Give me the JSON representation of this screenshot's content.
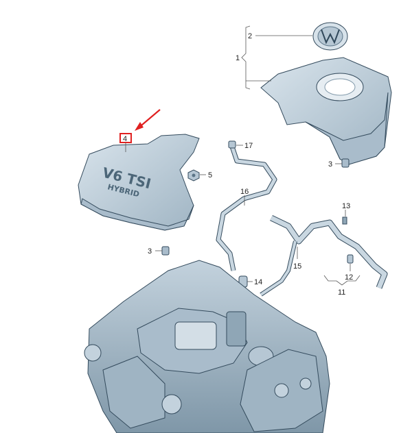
{
  "callouts": {
    "c1": "1",
    "c2": "2",
    "c3a": "3",
    "c3b": "3",
    "c4": "4",
    "c5": "5",
    "c11": "11",
    "c12": "12",
    "c13": "13",
    "c14": "14",
    "c15": "15",
    "c16": "16",
    "c17": "17"
  },
  "cover_text": {
    "line1": "V6 TSI",
    "line2": "HYBRID"
  },
  "colors": {
    "part_fill": "#c9d7e1",
    "part_dark": "#8fa6b6",
    "highlight": "#e02020"
  }
}
